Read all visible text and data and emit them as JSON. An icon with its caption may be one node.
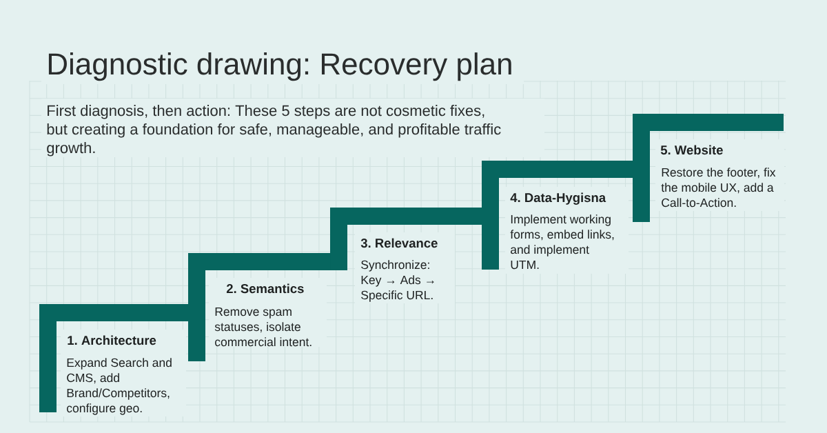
{
  "diagram": {
    "title": "Diagnostic drawing: Recovery plan",
    "nodes": [
      {
        "text": [
          "1. Architecture",
          "Expand Search and CMS, add Brand/Competitors, configure geo."
        ]
      },
      {
        "text": [
          "2. Semantics",
          "Remove spam statuses, isolate commercial intent."
        ]
      },
      {
        "text": [
          "3. Relevance",
          "Synchronize: Key → Ads → Specific URL."
        ]
      },
      {
        "text": [
          "4. Data-Hygisna",
          "Implement working forms, embed links, and implement UTM."
        ]
      },
      {
        "text": [
          "5. Website",
          "Restore the footer, fix the mobile UX, add a Call-to-Action."
        ]
      }
    ],
    "labels": [
      "First diagnosis, then action: These 5 steps are not cosmetic fixes, but creating a foundation for safe, manageable, and profitable traffic growth."
    ]
  }
}
